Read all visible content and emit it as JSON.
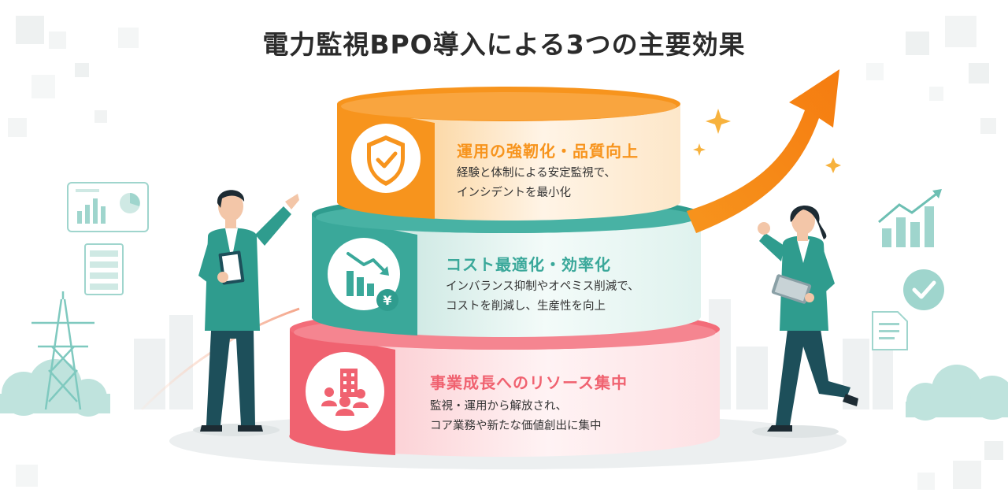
{
  "page": {
    "title": "電力監視BPO導入による3つの主要効果"
  },
  "tiers": [
    {
      "title": "運用の強靭化・品質向上",
      "lines": [
        "経験と体制による安定監視で、",
        "インシデントを最小化"
      ],
      "icon": "shield-check-icon",
      "accent": "#f7941d"
    },
    {
      "title": "コスト最適化・効率化",
      "lines": [
        "インバランス抑制やオペミス削減で、",
        "コストを削減し、生産性を向上"
      ],
      "icon": "cost-down-chart-icon",
      "accent": "#3aa89a"
    },
    {
      "title": "事業成長へのリソース集中",
      "lines": [
        "監視・運用から解放され、",
        "コア業務や新たな価値創出に集中"
      ],
      "icon": "team-building-icon",
      "accent": "#f06270"
    }
  ],
  "icons": {
    "yen_symbol": "¥"
  },
  "colors": {
    "orange": "#f7941d",
    "teal": "#3aa89a",
    "coral": "#f06270",
    "suit": "#2f9c8e",
    "pants": "#1d4f5a",
    "title_text": "#2b2b2b"
  }
}
